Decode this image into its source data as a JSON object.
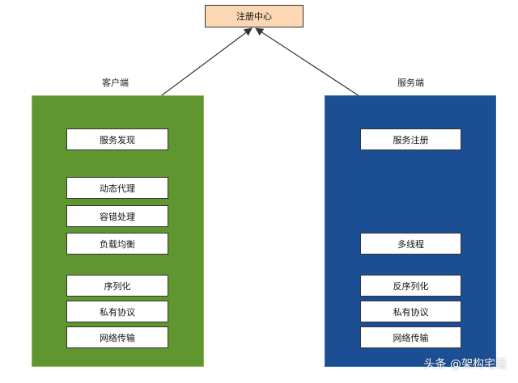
{
  "registry": {
    "label": "注册中心"
  },
  "client": {
    "title": "客户端",
    "discovery": "服务发现",
    "modules": [
      "动态代理",
      "容错处理",
      "负载均衡"
    ],
    "transport": [
      "序列化",
      "私有协议",
      "网络传输"
    ]
  },
  "server": {
    "title": "服务端",
    "register": "服务注册",
    "threading": "多线程",
    "transport": [
      "反序列化",
      "私有协议",
      "网络传输"
    ]
  },
  "watermark": "头条 @架构宅话",
  "colors": {
    "client_panel": "#5f9630",
    "server_panel": "#1c4e93",
    "registry_fill": "#fbd7b4"
  }
}
